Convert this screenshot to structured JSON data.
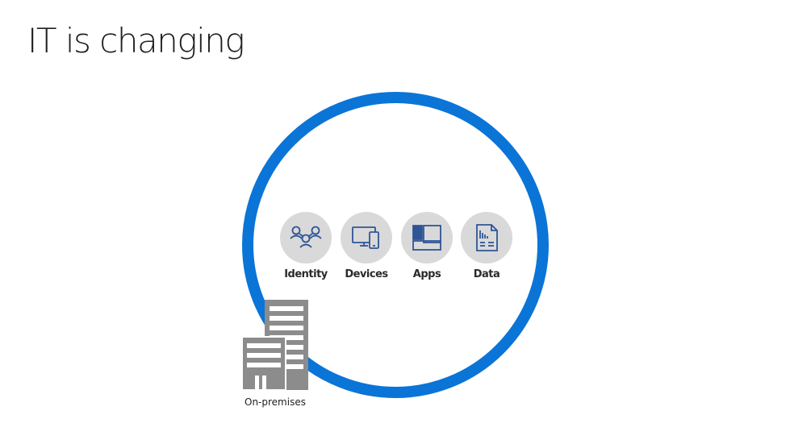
{
  "slide": {
    "title": "IT is changing"
  },
  "pillars": [
    {
      "label": "Identity",
      "icon": "identity-people-icon"
    },
    {
      "label": "Devices",
      "icon": "devices-icon"
    },
    {
      "label": "Apps",
      "icon": "apps-icon"
    },
    {
      "label": "Data",
      "icon": "data-document-icon"
    }
  ],
  "onprem": {
    "label": "On-premises",
    "icon": "buildings-icon"
  },
  "colors": {
    "ring": "#0b74d7",
    "icon": "#2f5597",
    "disc": "#d9d9d9",
    "building": "#8c8c8c"
  }
}
